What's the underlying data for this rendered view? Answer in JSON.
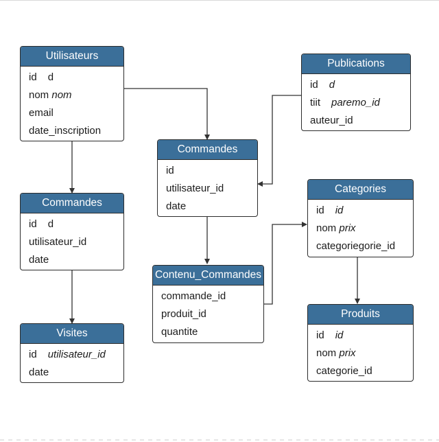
{
  "tables": {
    "utilisateurs": {
      "title": "Utilisateurs",
      "rows": [
        {
          "name": "id",
          "detail": "d",
          "detail_italic": false
        },
        {
          "name": "nom",
          "detail": "nom",
          "detail_italic": true
        },
        {
          "name": "email",
          "detail": ""
        },
        {
          "name": "date_inscription",
          "detail": ""
        }
      ]
    },
    "commandes_left": {
      "title": "Commandes",
      "rows": [
        {
          "name": "id",
          "detail": "d",
          "detail_italic": false
        },
        {
          "name": "utilisateur_id",
          "detail": ""
        },
        {
          "name": "date",
          "detail": ""
        }
      ]
    },
    "visites": {
      "title": "Visites",
      "rows": [
        {
          "name": "id",
          "detail": "utilisateur_id",
          "detail_italic": true
        },
        {
          "name": "date",
          "detail": ""
        }
      ]
    },
    "commandes_center": {
      "title": "Commandes",
      "rows": [
        {
          "name": "id",
          "detail": ""
        },
        {
          "name": "utilisateur_id",
          "detail": ""
        },
        {
          "name": "date",
          "detail": ""
        }
      ]
    },
    "contenu_commandes": {
      "title": "Contenu_Commandes",
      "rows": [
        {
          "name": "commande_id",
          "detail": ""
        },
        {
          "name": "produit_id",
          "detail": ""
        },
        {
          "name": "quantite",
          "detail": ""
        }
      ]
    },
    "publications": {
      "title": "Publications",
      "rows": [
        {
          "name": "id",
          "detail": "d",
          "detail_italic": true
        },
        {
          "name": "tiit",
          "detail": "paremo_id",
          "detail_italic": true
        },
        {
          "name": "auteur_id",
          "detail": ""
        }
      ]
    },
    "categories": {
      "title": "Categories",
      "rows": [
        {
          "name": "id",
          "detail": "id",
          "detail_italic": true
        },
        {
          "name": "nom",
          "detail": "prix",
          "detail_italic": true
        },
        {
          "name": "categoriegorie_id",
          "detail": ""
        }
      ]
    },
    "produits": {
      "title": "Produits",
      "rows": [
        {
          "name": "id",
          "detail": "id",
          "detail_italic": true
        },
        {
          "name": "nom",
          "detail": "prix",
          "detail_italic": true
        },
        {
          "name": "categorie_id",
          "detail": ""
        }
      ]
    }
  },
  "relationships": [
    {
      "from": "Utilisateurs",
      "to": "Commandes (centre)"
    },
    {
      "from": "Utilisateurs",
      "to": "Commandes (gauche)"
    },
    {
      "from": "Commandes (gauche)",
      "to": "Visites"
    },
    {
      "from": "Commandes (centre)",
      "to": "Contenu_Commandes"
    },
    {
      "from": "Publications",
      "to": "Commandes (centre)"
    },
    {
      "from": "Contenu_Commandes",
      "to": "Categories"
    },
    {
      "from": "Categories",
      "to": "Produits"
    }
  ],
  "colors": {
    "header": "#3b6f99",
    "header_text": "#ffffff",
    "border": "#2b2b2b",
    "connector": "#333333"
  }
}
